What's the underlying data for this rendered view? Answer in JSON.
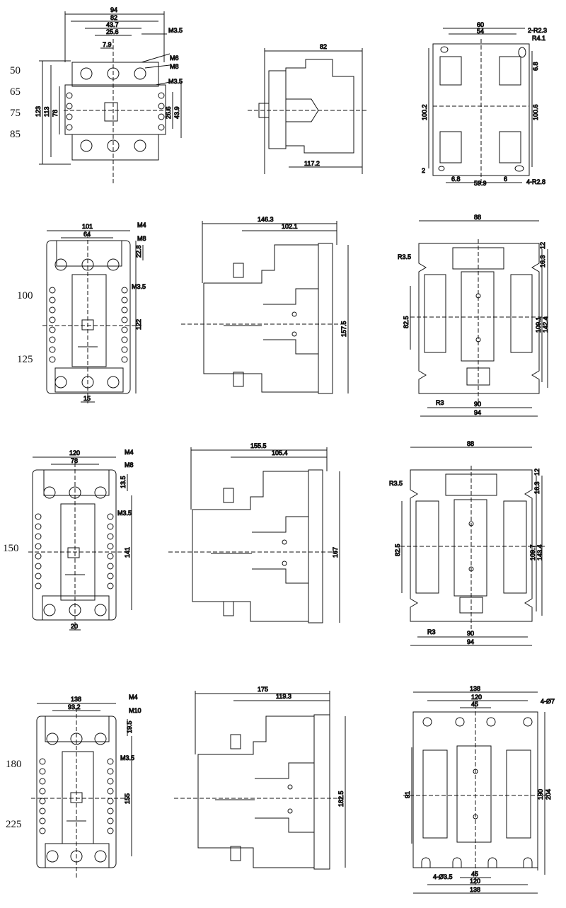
{
  "rows": [
    {
      "ratings": [
        "50",
        "65",
        "75",
        "85"
      ],
      "front": {
        "w_outer": "94",
        "w_inner": "82",
        "w_mid": "43.7",
        "w_pitch": "25.6",
        "w_small": "7.9",
        "h_total": "123",
        "h_a": "113",
        "h_b": "78",
        "h_c": "26.6",
        "h_d": "43.9",
        "screw1": "M3.5",
        "screw2": "M6",
        "screw3": "M8",
        "screw4": "M3.5"
      },
      "side": {
        "w": "82",
        "total": "117.2"
      },
      "mount": {
        "w_outer": "60",
        "w_inner": "54",
        "hole": "2-R2.3",
        "r": "R4.1",
        "h_left": "100.2",
        "h_right": "100.6",
        "dy": "6.8",
        "b1": "2",
        "b2": "6.8",
        "b3": "59.9",
        "b4": "6",
        "bhole": "4-R2.8"
      }
    },
    {
      "ratings": [
        "100",
        "125"
      ],
      "front": {
        "w_outer": "101",
        "w_inner": "64",
        "h_a": "22.8",
        "h_b": "122",
        "bottom": "15",
        "screw1": "M4",
        "screw2": "M8",
        "screw3": "M3.5"
      },
      "side": {
        "w_total": "146.3",
        "w_inner": "102.1",
        "h": "157.5"
      },
      "mount": {
        "w_top": "88",
        "r_top": "R3.5",
        "h_mid": "82.5",
        "h_a": "109.1",
        "h_b": "142.4",
        "h_c": "16.3",
        "h_d": "12",
        "r_bot": "R3",
        "w_b1": "90",
        "w_b2": "94"
      }
    },
    {
      "ratings": [
        "150"
      ],
      "front": {
        "w_outer": "120",
        "w_inner": "78",
        "h_a": "13.5",
        "h_b": "141",
        "bottom": "20",
        "screw1": "M4",
        "screw2": "M8",
        "screw3": "M3.5"
      },
      "side": {
        "w_total": "155.5",
        "w_inner": "105.4",
        "h": "167"
      },
      "mount": {
        "w_top": "88",
        "r_top": "R3.5",
        "h_mid": "82.5",
        "h_a": "109.7",
        "h_b": "143.4",
        "h_c": "16.3",
        "h_d": "12",
        "r_bot": "R3",
        "w_b1": "90",
        "w_b2": "94"
      }
    },
    {
      "ratings": [
        "180",
        "225"
      ],
      "front": {
        "w_outer": "138",
        "w_inner": "93.2",
        "h_a": "19.5",
        "h_b": "155",
        "screw1": "M4",
        "screw2": "M10",
        "screw3": "M3.5"
      },
      "side": {
        "w_total": "175",
        "w_inner": "119.3",
        "h": "182.5"
      },
      "mount": {
        "w_top": "138",
        "w_a": "120",
        "w_b": "45",
        "holes": "4-Ø7",
        "h_mid": "91",
        "h_a": "190",
        "h_b": "204",
        "bh": "4-Ø3.5",
        "b1": "45",
        "b2": "120",
        "b3": "138"
      }
    }
  ]
}
